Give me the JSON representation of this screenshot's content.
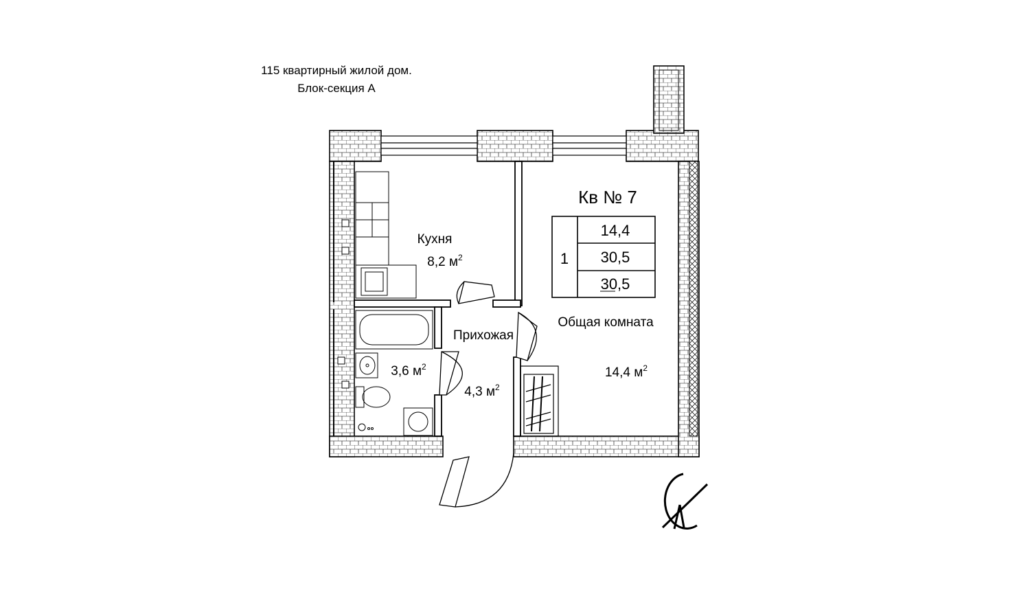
{
  "header": {
    "line1": "115 квартирный жилой дом.",
    "line2": "Блок-секция А"
  },
  "apartment": {
    "title": "Кв № 7",
    "rooms_count": "1",
    "area_living": "14,4",
    "area_total": "30,5",
    "area_total_with_balcony": "30,5"
  },
  "rooms": {
    "kitchen": {
      "name": "Кухня",
      "area": "8,2 м",
      "unit_sup": "2"
    },
    "hall": {
      "name": "Прихожая",
      "area": "4,3 м",
      "unit_sup": "2"
    },
    "bathroom": {
      "area": "3,6 м",
      "unit_sup": "2"
    },
    "living": {
      "name": "Общая комната",
      "area": "14,4 м",
      "unit_sup": "2"
    }
  },
  "colors": {
    "line": "#000000",
    "background": "#ffffff"
  },
  "icons": {
    "compass": "north-arrow-icon"
  }
}
